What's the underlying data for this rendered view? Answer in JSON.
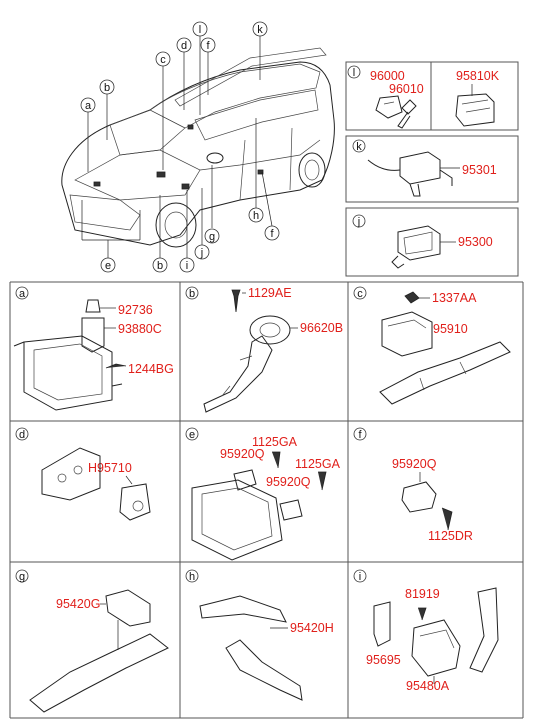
{
  "overview": {
    "callouts_left": [
      "a",
      "b",
      "c",
      "d",
      "e",
      "f",
      "g",
      "h",
      "i",
      "j",
      "k",
      "l"
    ],
    "labels": {
      "a": "a",
      "b": "b",
      "c": "c",
      "d": "d",
      "e": "e",
      "f": "f",
      "g": "g",
      "h": "h",
      "i": "i",
      "j": "j",
      "k": "k",
      "l": "l",
      "b2": "b",
      "f2": "f"
    }
  },
  "panels": {
    "l": {
      "callout": "l",
      "parts": [
        "96000",
        "96010",
        "95810K"
      ]
    },
    "k": {
      "callout": "k",
      "parts": [
        "95301"
      ]
    },
    "j": {
      "callout": "j",
      "parts": [
        "95300"
      ]
    },
    "a": {
      "callout": "a",
      "parts": [
        "92736",
        "93880C",
        "1244BG"
      ]
    },
    "b": {
      "callout": "b",
      "parts": [
        "1129AE",
        "96620B"
      ]
    },
    "c": {
      "callout": "c",
      "parts": [
        "1337AA",
        "95910"
      ]
    },
    "d": {
      "callout": "d",
      "parts": [
        "H95710"
      ]
    },
    "e": {
      "callout": "e",
      "parts": [
        "1125GA",
        "95920Q",
        "1125GA",
        "95920Q"
      ]
    },
    "f": {
      "callout": "f",
      "parts": [
        "95920Q",
        "1125DR"
      ]
    },
    "g": {
      "callout": "g",
      "parts": [
        "95420G"
      ]
    },
    "h": {
      "callout": "h",
      "parts": [
        "95420H"
      ]
    },
    "i": {
      "callout": "i",
      "parts": [
        "81919",
        "95695",
        "95480A"
      ]
    }
  },
  "colors": {
    "part_number": "#e0201b",
    "line": "#222222",
    "frame": "#555555"
  }
}
